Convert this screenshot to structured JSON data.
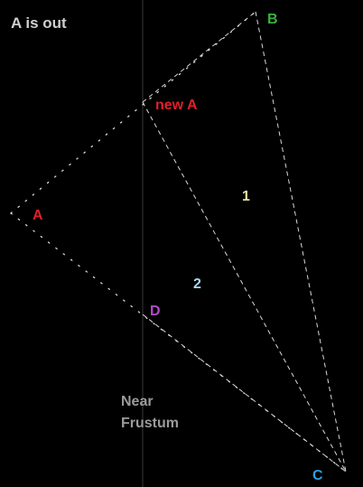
{
  "diagram": {
    "title": "A is out",
    "colors": {
      "background": "#000000",
      "edge": "#d8d8d8",
      "near_plane": "#3a3a3a",
      "title": "#cfcfcf",
      "point_a": "#e0202a",
      "point_new_a": "#e0202a",
      "point_b": "#3cb043",
      "point_c": "#2b9fe0",
      "point_d": "#b04cc8",
      "region_1": "#f3e7a6",
      "region_2": "#a9d8f0",
      "near_label": "#9b9b9b"
    },
    "points": {
      "a": "A",
      "new_a": "new A",
      "b": "B",
      "c": "C",
      "d": "D"
    },
    "regions": {
      "one": "1",
      "two": "2"
    },
    "near_label": {
      "line1": "Near",
      "line2": "Frustum"
    }
  }
}
